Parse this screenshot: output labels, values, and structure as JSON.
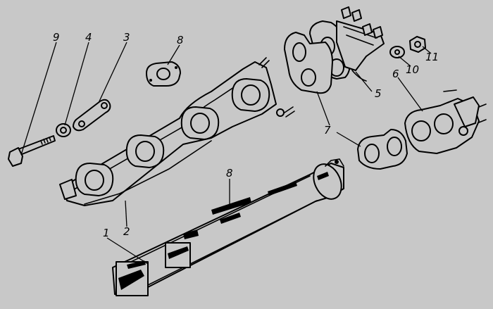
{
  "diagram": {
    "colors": {
      "background": "#c8c8c8",
      "ink": "#000000"
    },
    "callouts": [
      {
        "id": "c1",
        "label": "1"
      },
      {
        "id": "c2",
        "label": "2"
      },
      {
        "id": "c3",
        "label": "3"
      },
      {
        "id": "c4",
        "label": "4"
      },
      {
        "id": "c5",
        "label": "5"
      },
      {
        "id": "c6",
        "label": "6"
      },
      {
        "id": "c7",
        "label": "7"
      },
      {
        "id": "c8a",
        "label": "8"
      },
      {
        "id": "c8b",
        "label": "8"
      },
      {
        "id": "c9",
        "label": "9"
      },
      {
        "id": "c10",
        "label": "10"
      },
      {
        "id": "c11",
        "label": "11"
      }
    ]
  }
}
